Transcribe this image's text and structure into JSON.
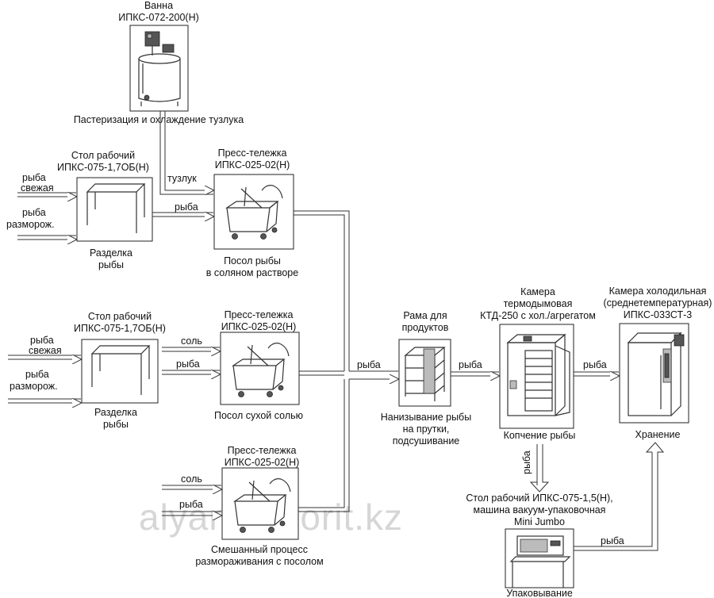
{
  "watermark": "alyansfavorit.kz",
  "nodes": {
    "bath": {
      "title1": "Ванна",
      "title2": "ИПКС-072-200(Н)",
      "caption1": "Пастеризация и охлаждение  тузлука"
    },
    "table1": {
      "title1": "Стол рабочий",
      "title2": "ИПКС-075-1,7ОБ(Н)",
      "caption1": "Разделка",
      "caption2": "рыбы"
    },
    "press1": {
      "title1": "Пресс-тележка",
      "title2": "ИПКС-025-02(Н)",
      "caption1": "Посол рыбы",
      "caption2": "в соляном растворе"
    },
    "table2": {
      "title1": "Стол рабочий",
      "title2": "ИПКС-075-1,7ОБ(Н)",
      "caption1": "Разделка",
      "caption2": "рыбы"
    },
    "press2": {
      "title1": "Пресс-тележка",
      "title2": "ИПКС-025-02(Н)",
      "caption1": "Посол сухой солью"
    },
    "press3": {
      "title1": "Пресс-тележка",
      "title2": "ИПКС-025-02(Н)",
      "caption1": "Смешанный процесс",
      "caption2": "размораживания с посолом"
    },
    "frame": {
      "title1": "Рама для",
      "title2": "продуктов",
      "caption1": "Нанизывание рыбы",
      "caption2": "на прутки,",
      "caption3": "подсушивание"
    },
    "smoker": {
      "title1": "Камера",
      "title2": "термодымовая",
      "title3": "КТД-250 с хол./агрегатом",
      "caption1": "Копчение рыбы"
    },
    "cooler": {
      "title1": "Камера холодильная",
      "title2": "(среднетемпературная)",
      "title3": "ИПКС-033СТ-3",
      "caption1": "Хранение"
    },
    "packer": {
      "title1": "Стол рабочий ИПКС-075-1,5(Н),",
      "title2": "машина вакуум-упаковочная",
      "title3": "Mini Jumbo",
      "caption1": "Упаковывание"
    }
  },
  "flow_labels": {
    "t1_in1a": "рыба",
    "t1_in1b": "свежая",
    "t1_in2a": "рыба",
    "t1_in2b": "разморож.",
    "t1_out": "рыба",
    "brine": "тузлук",
    "t2_in1a": "рыба",
    "t2_in1b": "свежая",
    "t2_in2a": "рыба",
    "t2_in2b": "разморож.",
    "p2_salt": "соль",
    "p2_fish": "рыба",
    "p3_salt": "соль",
    "p3_fish": "рыба",
    "to_frame": "рыба",
    "to_smoker": "рыба",
    "to_cooler": "рыба",
    "to_packer": "рыба",
    "pack_to_cooler": "рыба"
  }
}
